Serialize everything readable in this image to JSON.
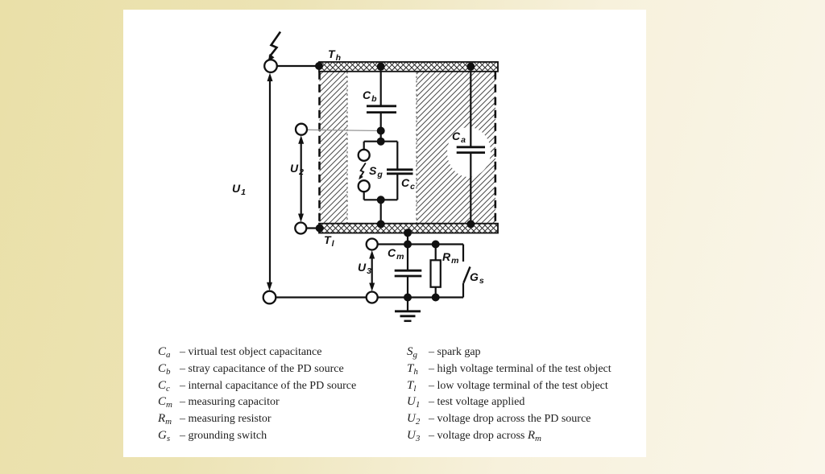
{
  "figure": {
    "type": "partial-discharge-test-circuit-diagram",
    "colors": {
      "page_bg_from": "#eae0a8",
      "page_bg_to": "#faf6ea",
      "panel_bg": "#ffffff",
      "line": "#111111",
      "tap_line": "#999999"
    },
    "icons": [
      "hv-supply-lightning-icon",
      "spark-gap-lightning-icon",
      "ground-icon"
    ]
  },
  "circuit": {
    "labels": {
      "th": {
        "sym": "T",
        "sub": "h"
      },
      "tl": {
        "sym": "T",
        "sub": "l"
      },
      "cb": {
        "sym": "C",
        "sub": "b"
      },
      "cc": {
        "sym": "C",
        "sub": "c"
      },
      "ca": {
        "sym": "C",
        "sub": "a"
      },
      "cm": {
        "sym": "C",
        "sub": "m"
      },
      "rm": {
        "sym": "R",
        "sub": "m"
      },
      "sg": {
        "sym": "S",
        "sub": "g"
      },
      "gs": {
        "sym": "G",
        "sub": "s"
      },
      "u1": {
        "sym": "U",
        "sub": "1"
      },
      "u2": {
        "sym": "U",
        "sub": "2"
      },
      "u3": {
        "sym": "U",
        "sub": "3"
      }
    }
  },
  "legend": {
    "left": [
      {
        "sym": "C",
        "sub": "a",
        "rest": "– virtual test object capacitance"
      },
      {
        "sym": "C",
        "sub": "b",
        "rest": "– stray capacitance of the PD source"
      },
      {
        "sym": "C",
        "sub": "c",
        "rest": "– internal capacitance of the PD source"
      },
      {
        "sym": "C",
        "sub": "m",
        "rest": "– measuring capacitor"
      },
      {
        "sym": "R",
        "sub": "m",
        "rest": "– measuring resistor"
      },
      {
        "sym": "G",
        "sub": "s",
        "rest": "– grounding switch"
      }
    ],
    "right": [
      {
        "sym": "S",
        "sub": "g",
        "rest": "– spark gap"
      },
      {
        "sym": "T",
        "sub": "h",
        "rest": "– high voltage terminal of the test object"
      },
      {
        "sym": "T",
        "sub": "l",
        "rest": "– low voltage terminal of the test object"
      },
      {
        "sym": "U",
        "sub": "1",
        "rest": "– test voltage applied"
      },
      {
        "sym": "U",
        "sub": "2",
        "rest": "– voltage drop across the PD source"
      },
      {
        "sym": "U",
        "sub": "3",
        "rest": "– voltage drop across ",
        "tail_sym": "R",
        "tail_sub": "m"
      }
    ]
  }
}
